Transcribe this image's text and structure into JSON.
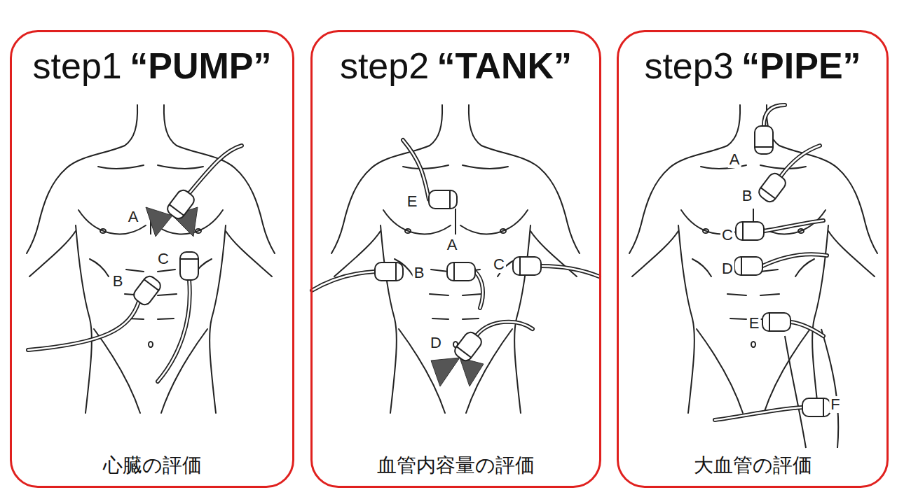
{
  "diagram": {
    "nodes": [
      {
        "text": [
          "step1",
          "“PUMP”",
          "心臓の評価"
        ]
      },
      {
        "text": [
          "step2",
          "“TANK”",
          "血管内容量の評価"
        ]
      },
      {
        "text": [
          "step3",
          "“PIPE”",
          "大血管の評価"
        ]
      }
    ],
    "labels": [
      "A",
      "C",
      "B",
      "E",
      "A",
      "B",
      "C",
      "D",
      "A",
      "B",
      "C",
      "D",
      "E",
      "F"
    ]
  }
}
